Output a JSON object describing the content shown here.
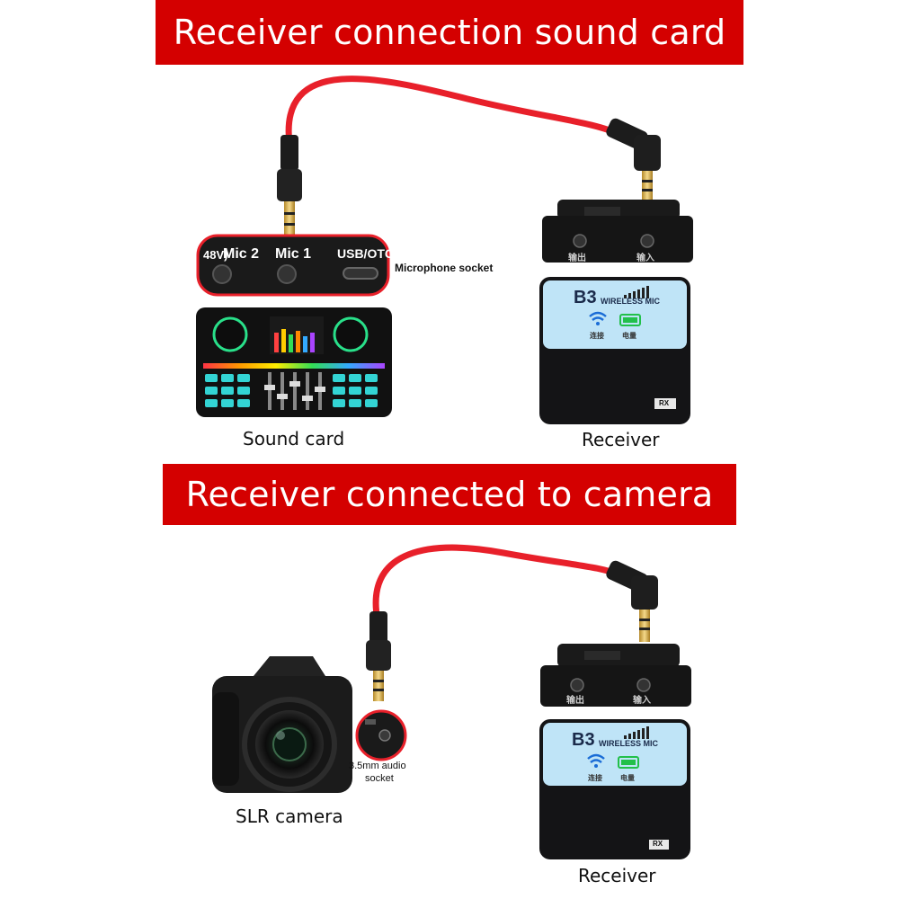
{
  "banners": {
    "top": "Receiver connection sound card",
    "mid": "Receiver connected to camera"
  },
  "soundcard_panel": {
    "ports": [
      "48V)",
      "Mic 2",
      "Mic 1",
      "USB/OTG"
    ],
    "socket_label": "Microphone socket"
  },
  "receiver": {
    "brand": "B3",
    "model_text": "WIRELESS MIC",
    "tag": "RX",
    "dock_labels": [
      "输出",
      "输入"
    ],
    "status_labels": [
      "连接",
      "电量"
    ]
  },
  "labels": {
    "sound_card": "Sound card",
    "receiver_top": "Receiver",
    "slr_camera": "SLR camera",
    "receiver_bottom": "Receiver",
    "audio_socket_line1": "3.5mm audio",
    "audio_socket_line2": "socket"
  },
  "colors": {
    "banner_red": "#d40000",
    "cable_red": "#e8202a",
    "screen_blue": "#bfe4f7",
    "device_black": "#141416"
  }
}
